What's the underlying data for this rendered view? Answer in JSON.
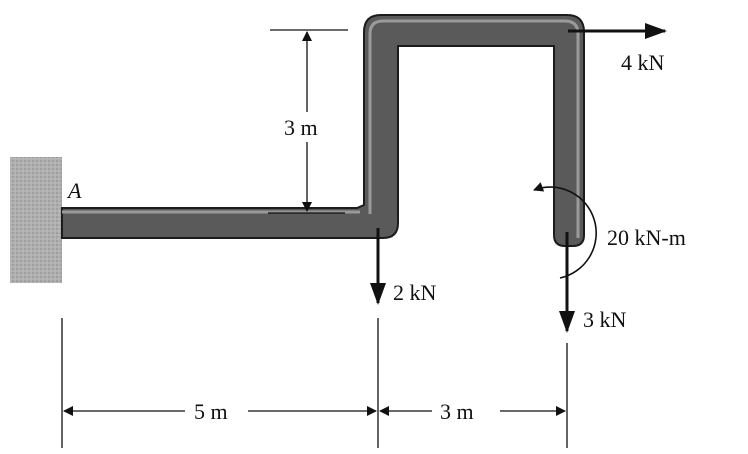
{
  "diagram": {
    "point_label": "A",
    "loads": {
      "force_right": "4 kN",
      "force_down_mid": "2 kN",
      "force_down_end": "3 kN",
      "moment": "20 kN-m"
    },
    "dimensions": {
      "height": "3 m",
      "span_left": "5 m",
      "span_right": "3 m"
    }
  },
  "colors": {
    "member_fill": "#5a5a5a",
    "member_edge": "#1c1c1c",
    "wall": "#a8a8a8",
    "ink": "#111111"
  }
}
